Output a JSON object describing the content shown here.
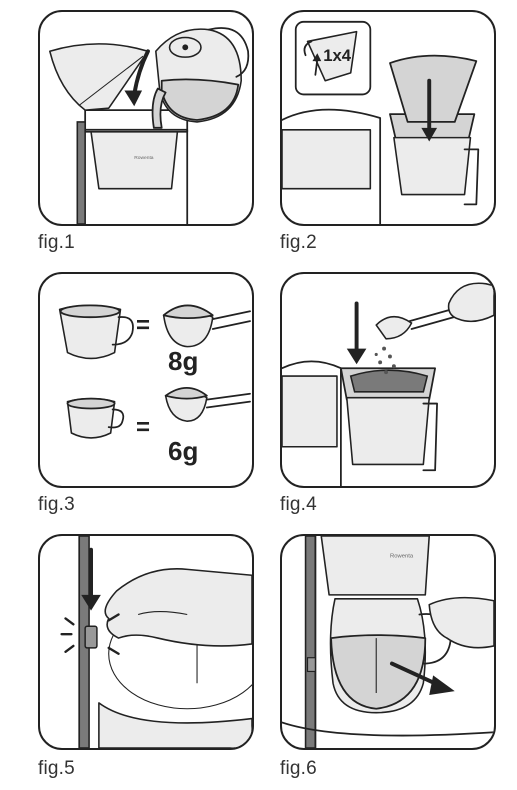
{
  "figures": [
    {
      "caption": "fig.1"
    },
    {
      "caption": "fig.2",
      "badge": "1x4"
    },
    {
      "caption": "fig.3",
      "rows": [
        {
          "operator": "=",
          "amount": "8g"
        },
        {
          "operator": "=",
          "amount": "6g"
        }
      ]
    },
    {
      "caption": "fig.4"
    },
    {
      "caption": "fig.5"
    },
    {
      "caption": "fig.6"
    }
  ],
  "brand": "Rowenta",
  "colors": {
    "ink": "#222222",
    "grey": "#d4d4d4",
    "water": "#c9c9c9"
  }
}
